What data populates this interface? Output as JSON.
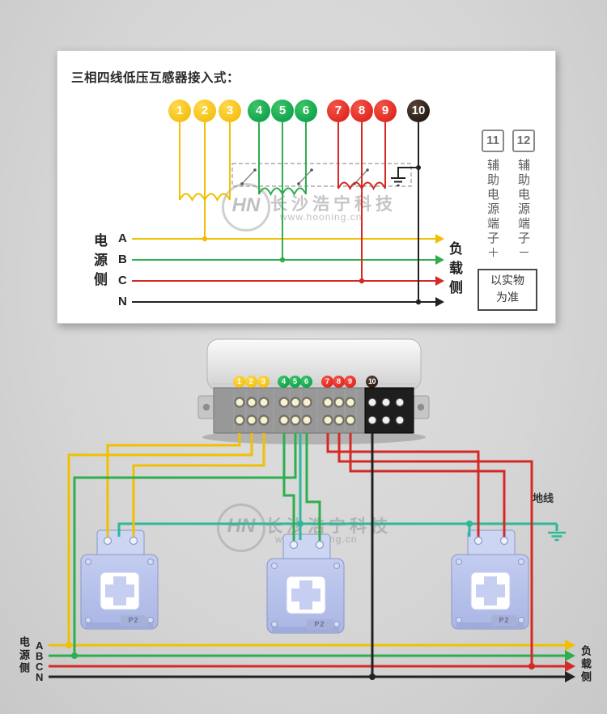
{
  "colors": {
    "background": "#d8d8d8",
    "panel": "#ffffff",
    "phase_a_yellow": "#f0c000",
    "phase_b_green": "#2fae4e",
    "phase_c_red": "#d42a26",
    "neutral_black": "#222222",
    "secondary_teal": "#2eb89a",
    "terminal_yellow": "#eeb800",
    "terminal_green": "#009a43",
    "terminal_red": "#d71911",
    "terminal_black": "#140a02"
  },
  "panel": {
    "title": "三相四线低压互感器接入式：",
    "terminals": [
      {
        "n": "1",
        "group": "yellow"
      },
      {
        "n": "2",
        "group": "yellow"
      },
      {
        "n": "3",
        "group": "yellow"
      },
      {
        "n": "4",
        "group": "green"
      },
      {
        "n": "5",
        "group": "green"
      },
      {
        "n": "6",
        "group": "green"
      },
      {
        "n": "7",
        "group": "red"
      },
      {
        "n": "8",
        "group": "red"
      },
      {
        "n": "9",
        "group": "red"
      },
      {
        "n": "10",
        "group": "black"
      }
    ],
    "aux": {
      "n11": "11",
      "n12": "12",
      "label_plus": "辅助电源端子＋",
      "label_minus": "辅助电源端子－"
    },
    "note": {
      "line1": "以实物",
      "line2": "为准"
    },
    "source_side": "电源侧",
    "load_side": "负载侧",
    "phases": [
      "A",
      "B",
      "C",
      "N"
    ]
  },
  "watermark": {
    "logo": "HN",
    "brand": "长沙浩宁科技",
    "url": "www.hooning.cn"
  },
  "meter": {
    "terminals": [
      "1",
      "2",
      "3",
      "4",
      "5",
      "6",
      "7",
      "8",
      "9",
      "10"
    ]
  },
  "field": {
    "ground_label": "地线",
    "ct_label": "P2",
    "source_side": "电源侧",
    "load_side": "负载侧",
    "phases": [
      "A",
      "B",
      "C",
      "N"
    ]
  }
}
